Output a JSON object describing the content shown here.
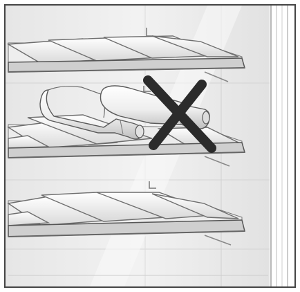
{
  "illustration": {
    "subject": "wine-fridge-shelves-instruction-diagram",
    "shelf_count": 3,
    "bottles_on_middle_shelf": 2,
    "prohibited_mark": "cross-out-x"
  },
  "colors": {
    "background": "#ffffff",
    "frame": "#444444",
    "interior_wall": "#ededed",
    "wall_shadow": "#d6d6d6",
    "shelf_edge": "#6e6e6e",
    "shelf_top": "#f2f2f2",
    "shelf_front": "#bdbdbd",
    "slat_fill": "#f7f7f7",
    "slat_shadow": "#8a8a8a",
    "bottle_fill": "#f3f3f3",
    "bottle_shadow": "#9a9a9a",
    "x_mark": "#2b2b2b"
  }
}
